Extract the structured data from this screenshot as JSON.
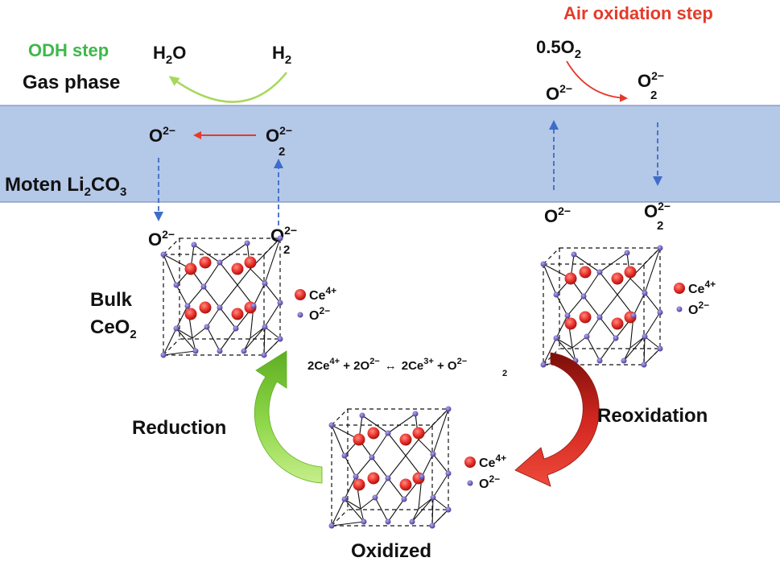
{
  "colors": {
    "band": "#b4c8e8",
    "band_border": "#6b7fb0",
    "odh_green": "#3db84a",
    "air_red": "#e53a2a",
    "ce_red": "#e8302a",
    "o_purple": "#6a5ab8",
    "dashed_blue": "#3e6cc8",
    "solid_red_arrow": "#e53a2a",
    "reduction_arrow": "#8cd63a",
    "reox_arrow": "#c0241e",
    "light_green_arrow": "#a6d85a"
  },
  "labels": {
    "odh_step": "ODH step",
    "gas_phase": "Gas phase",
    "air_oxidation_step": "Air oxidation step",
    "molten_prefix": "Moten Li",
    "molten_sub1": "2",
    "molten_mid": "CO",
    "molten_sub2": "3",
    "bulk": "Bulk",
    "ceo2_main": "CeO",
    "ceo2_sub": "2",
    "reduction": "Reduction",
    "reoxidation": "Reoxidation",
    "oxidized": "Oxidized"
  },
  "species": {
    "h2o_main": "H",
    "h2o_sub": "2",
    "h2o_end": "O",
    "h2_main": "H",
    "h2_sub": "2",
    "o2_half_main": "0.5O",
    "o2_half_sub": "2",
    "oxide_main": "O",
    "oxide_sup": "2−",
    "peroxide_main": "O",
    "peroxide_sup": "2−",
    "peroxide_sub": "2"
  },
  "legend": {
    "ce": "Ce",
    "ce_sup": "4+",
    "o": "O",
    "o_sup": "2−"
  },
  "equation": {
    "t1": "2Ce",
    "t1_sup": "4+",
    "t2": " + 2O",
    "t2_sup": "2−",
    "arrow": "↔",
    "t3": "2Ce",
    "t3_sup": "3+",
    "t4": " + O",
    "t4_sup": "2−",
    "t4_sub": "2"
  },
  "icons": {
    "arrow_gas_odh": "curved-arrow-icon",
    "arrow_gas_air": "curved-arrow-icon",
    "reduction_arrow": "big-curved-arrow-icon",
    "reoxidation_arrow": "big-curved-arrow-icon",
    "lattice": "fluorite-lattice-icon"
  }
}
